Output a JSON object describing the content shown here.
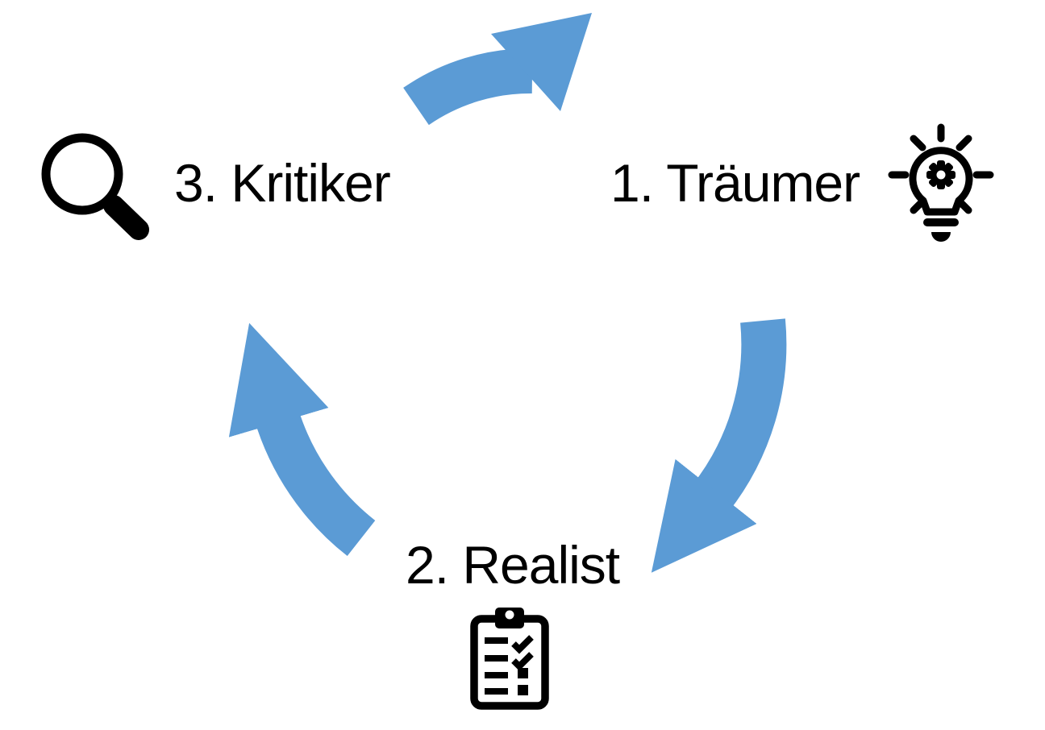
{
  "diagram": {
    "colors": {
      "background": "#ffffff",
      "arrow": "#5B9BD5",
      "ink": "#000000"
    },
    "nodes": [
      {
        "label": "1. Träumer",
        "icon": "lightbulb-gear-icon",
        "position": "top-right"
      },
      {
        "label": "2. Realist",
        "icon": "clipboard-checklist-icon",
        "position": "bottom-center"
      },
      {
        "label": "3. Kritiker",
        "icon": "magnifier-icon",
        "position": "top-left"
      }
    ],
    "arrows": [
      {
        "name": "kritiker-to-traeumer",
        "from": "3. Kritiker",
        "to": "1. Träumer",
        "direction": "right"
      },
      {
        "name": "traeumer-to-realist",
        "from": "1. Träumer",
        "to": "2. Realist",
        "direction": "down-left"
      },
      {
        "name": "realist-to-kritiker",
        "from": "2. Realist",
        "to": "3. Kritiker",
        "direction": "up"
      }
    ]
  }
}
